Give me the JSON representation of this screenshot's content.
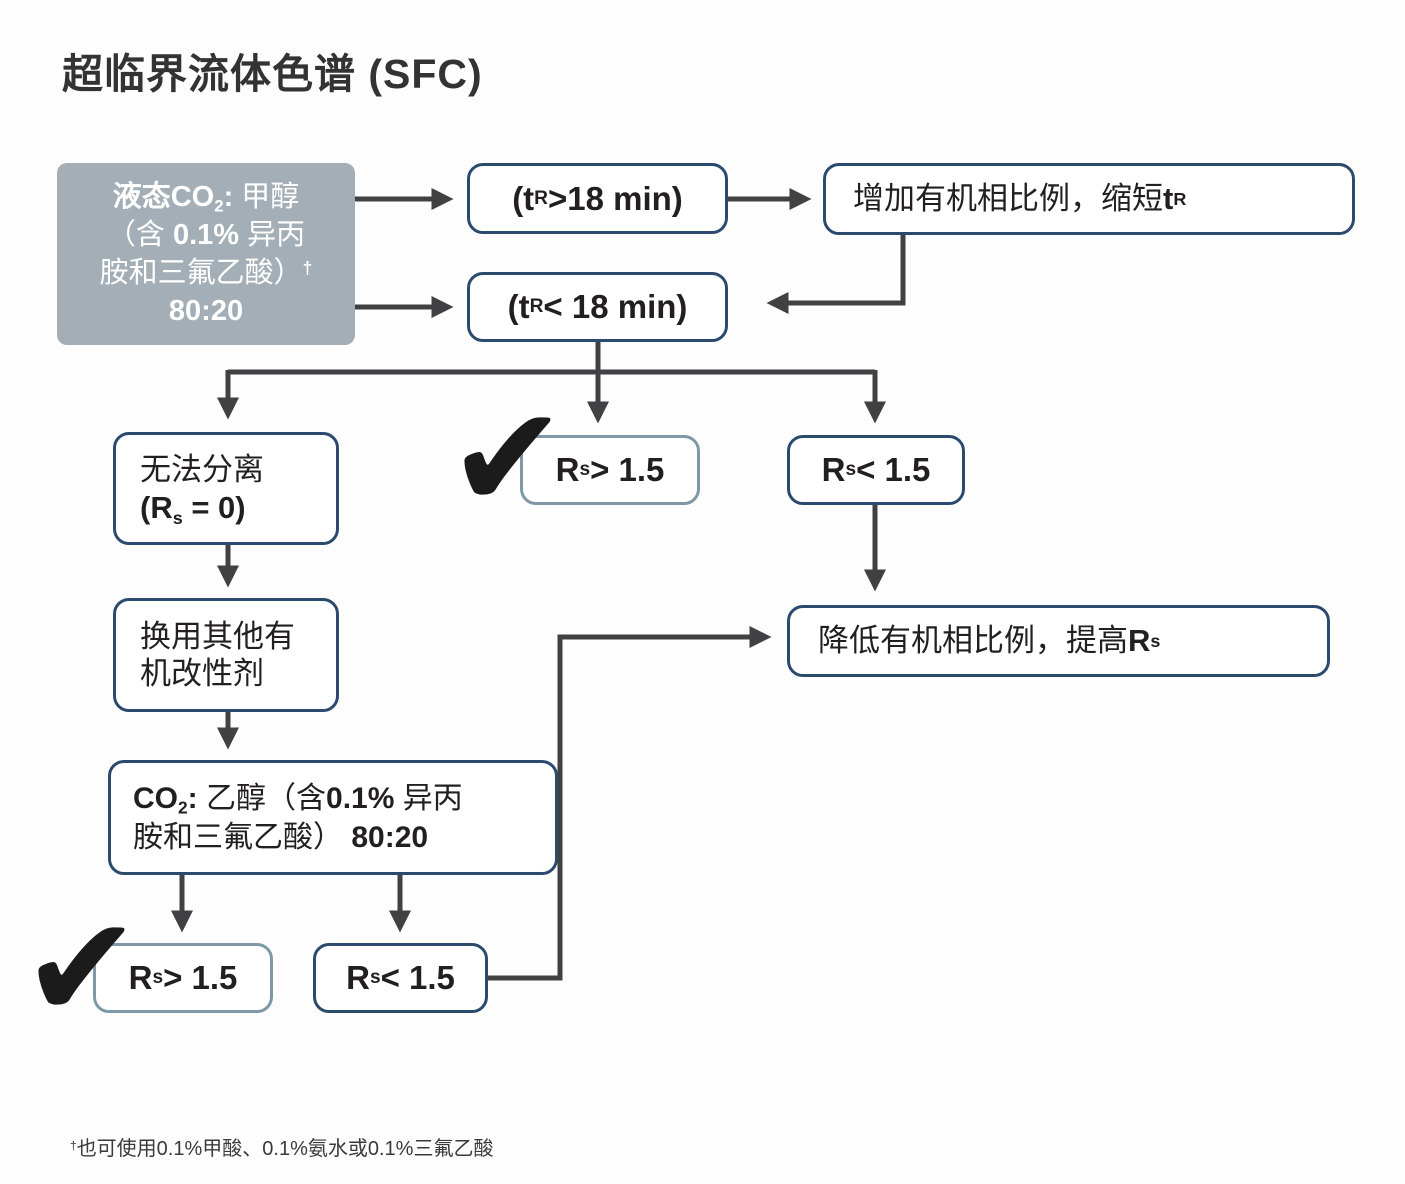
{
  "title": "超临界流体色谱 (SFC)",
  "colors": {
    "navy_border": "#2c4a6e",
    "slate_border": "#7e98a6",
    "gray_fill": "#a3aeb6",
    "arrow": "#414042",
    "text": "#231f20"
  },
  "nodes": {
    "start": {
      "l1b": "液态CO",
      "l1sub": "2",
      "l1b2": ":",
      "l1r": " 甲醇",
      "l2r1": "（含 ",
      "l2b": "0.1%",
      "l2r2": " 异丙",
      "l3r": "胺和三氟乙酸）",
      "l3sup": "†",
      "l4b": "80:20"
    },
    "tr_gt": {
      "pre": "(t",
      "sub": "R",
      "post": " >18 min)"
    },
    "increase": {
      "text": "增加有机相比例，缩短 ",
      "b": "t",
      "sub": "R"
    },
    "tr_lt": {
      "pre": "(t",
      "sub": "R",
      "post": " < 18 min)"
    },
    "no_sep": {
      "l1": "无法分离",
      "l2pre": "(R",
      "l2sub": "s",
      "l2post": " = 0)"
    },
    "rs_gt_mid": {
      "pre": "R",
      "sub": "s",
      "post": " > 1.5"
    },
    "rs_lt_right": {
      "pre": "R",
      "sub": "s",
      "post": " < 1.5"
    },
    "switch_modifier": {
      "l1": "换用其他有",
      "l2": "机改性剂"
    },
    "co2_ethanol": {
      "l1b1": "CO",
      "l1sub": "2",
      "l1b2": ":",
      "l1r1": " 乙醇（含",
      "l1b3": "0.1%",
      "l1r2": " 异丙",
      "l2r": "胺和三氟乙酸）",
      "l2b": " 80:20"
    },
    "rs_gt_bottom": {
      "pre": "R",
      "sub": "s",
      "post": " > 1.5"
    },
    "rs_lt_bottom": {
      "pre": "R",
      "sub": "s",
      "post": " < 1.5"
    },
    "decrease": {
      "text": "降低有机相比例，提高 ",
      "b": "R",
      "sub": "s"
    },
    "check": "✔"
  },
  "footnote": {
    "sup": "†",
    "text": "也可使用0.1%甲酸、0.1%氨水或0.1%三氟乙酸"
  }
}
